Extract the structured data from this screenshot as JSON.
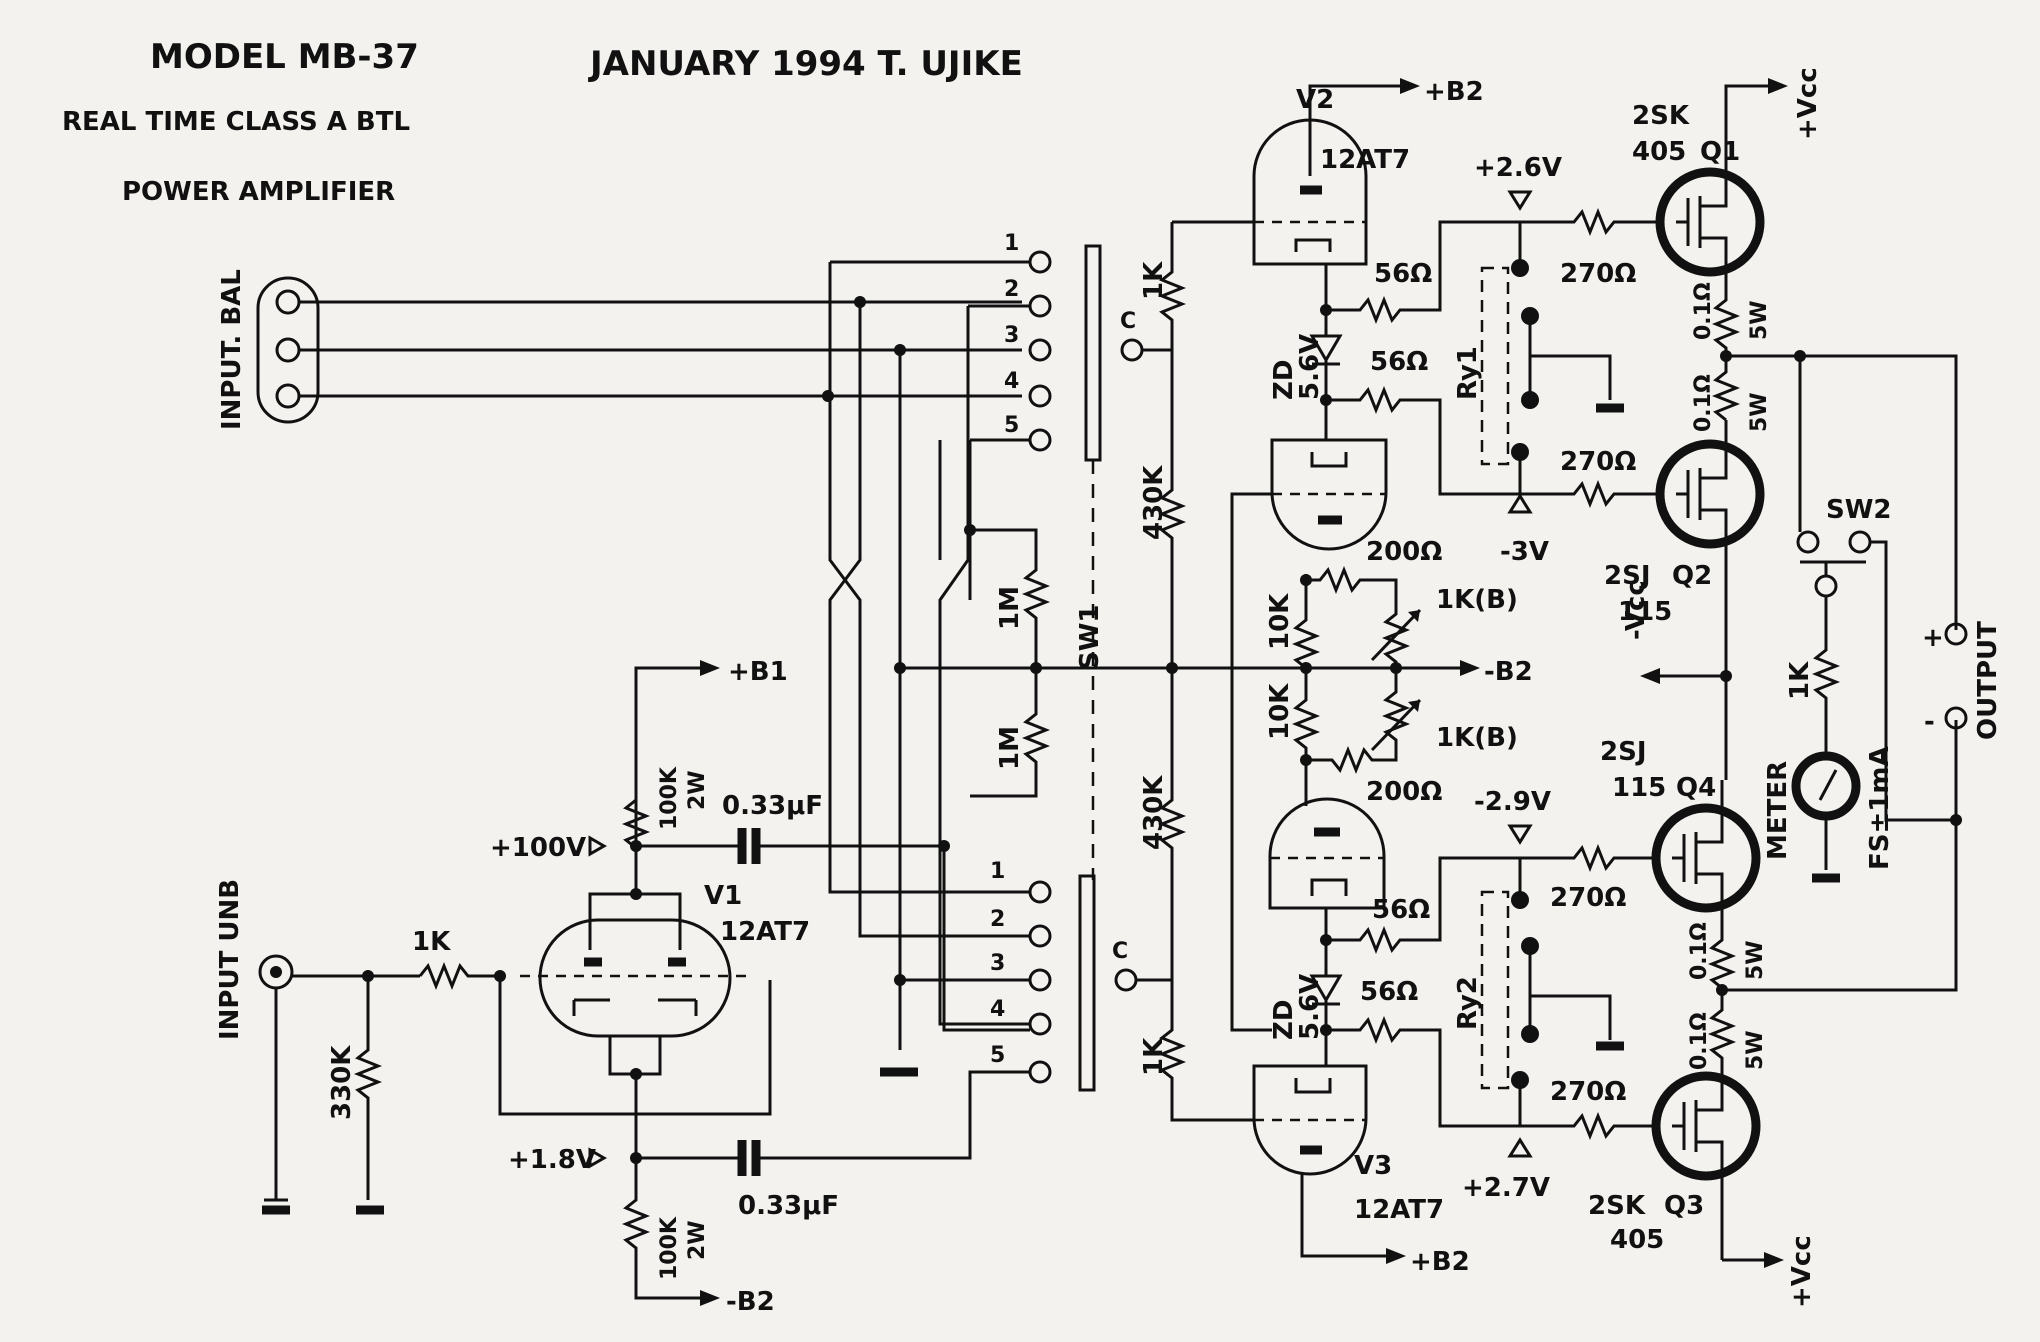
{
  "header": {
    "model": "MODEL MB-37",
    "date_author": "JANUARY 1994 T. UJIKE",
    "line2": "REAL TIME CLASS A BTL",
    "line3": "POWER AMPLIFIER"
  },
  "inputs": {
    "balanced": "INPUT. BAL",
    "unbalanced": "INPUT UNB"
  },
  "switch_positions": [
    "1",
    "2",
    "3",
    "4",
    "5"
  ],
  "switch_common": "C",
  "labels": {
    "sw1": "SW1",
    "sw2": "SW2",
    "ry1": "Ry1",
    "ry2": "Ry2",
    "zd": "ZD",
    "zd_voltage": "5.6V",
    "b1_plus": "+B1",
    "b2_plus": "+B2",
    "b2_minus": "-B2",
    "vcc_plus": "+Vcc",
    "vcc_minus": "-Vcc",
    "output": "OUTPUT",
    "out_plus": "+",
    "out_minus": "-",
    "meter": "METER",
    "meter_fs": "FS±1mA"
  },
  "tubes": {
    "v1_name": "V1",
    "v2_name": "V2",
    "v3_name": "V3",
    "type": "12AT7"
  },
  "transistors": {
    "q1": {
      "name": "Q1",
      "type": "2SK",
      "num": "405"
    },
    "q2": {
      "name": "Q2",
      "type": "2SJ",
      "num": "115"
    },
    "q3": {
      "name": "Q3",
      "type": "2SK",
      "num": "405"
    },
    "q4": {
      "name": "Q4",
      "type": "2SJ",
      "num": "115"
    }
  },
  "voltages": {
    "v100": "+100V",
    "v18": "+1.8V",
    "v26": "+2.6V",
    "vm3": "-3V",
    "vm29": "-2.9V",
    "v27": "+2.7V"
  },
  "components": {
    "r1k": "1K",
    "r330k": "330K",
    "r100k": "100K",
    "r2w": "2W",
    "c033": "0.33μF",
    "c033b": "0.33μF",
    "r1m": "1M",
    "r430k": "430K",
    "r10k": "10K",
    "r200": "200Ω",
    "r1kb": "1K(B)",
    "r56": "56Ω",
    "r270": "270Ω",
    "r01": "0.1Ω",
    "r5w": "5W"
  }
}
